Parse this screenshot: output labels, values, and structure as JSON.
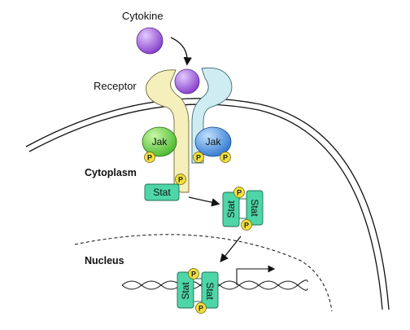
{
  "labels": {
    "cytokine": "Cytokine",
    "receptor": "Receptor",
    "cytoplasm": "Cytoplasm",
    "nucleus": "Nucleus"
  },
  "proteins": {
    "jak_left": "Jak",
    "jak_right": "Jak",
    "stat": "Stat",
    "phosphate": "P"
  },
  "colors": {
    "cytokine": "#9b59d6",
    "receptor_left": "#f5efbc",
    "receptor_right": "#cfecf2",
    "jak_left": "#7fd84f",
    "jak_right": "#4d93e0",
    "stat": "#4fd6a8",
    "phosphate": "#f2df3c"
  }
}
